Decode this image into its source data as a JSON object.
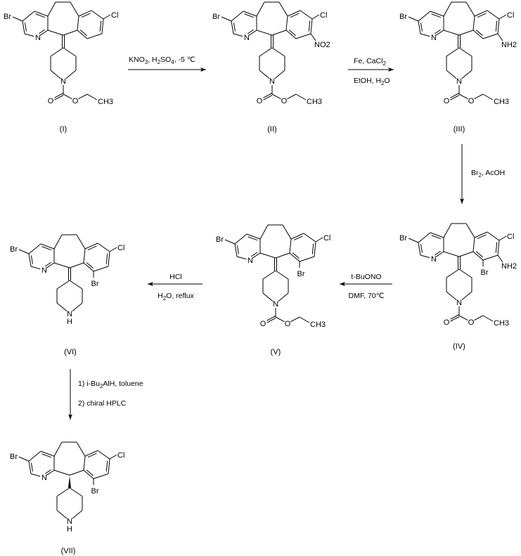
{
  "atoms": {
    "Br": "Br",
    "Cl": "Cl",
    "N": "N",
    "O": "O",
    "H": "H",
    "CH3": "CH3",
    "NH2": "NH2",
    "NO2": "NO2"
  },
  "compounds": [
    {
      "label": "(I)"
    },
    {
      "label": "(II)"
    },
    {
      "label": "(III)"
    },
    {
      "label": "(IV)"
    },
    {
      "label": "(V)"
    },
    {
      "label": "(VI)"
    },
    {
      "label": "(VII)"
    }
  ],
  "reactions": [
    {
      "above": "KNO3, H2SO4, -5 ℃",
      "below": ""
    },
    {
      "above": "Fe, CaCl2",
      "below": "EtOH, H2O"
    },
    {
      "above": "Br2, AcOH",
      "below": ""
    },
    {
      "above": "t-BuONO",
      "below": "DMF, 70℃"
    },
    {
      "above": "HCl",
      "below": "H2O, reflux"
    },
    {
      "above": "1) i-Bu2AlH, toluene",
      "below": "2) chiral HPLC"
    }
  ]
}
